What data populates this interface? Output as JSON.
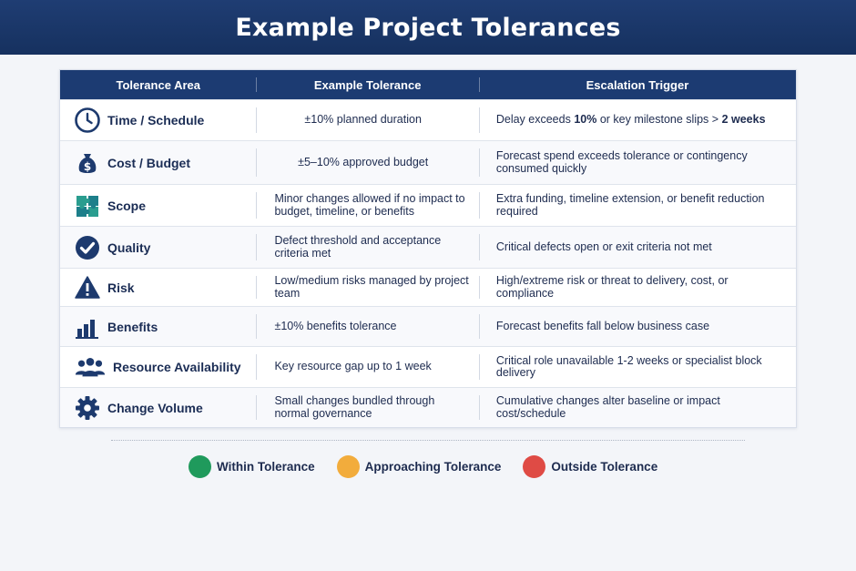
{
  "title": "Example Project Tolerances",
  "headers": [
    "Tolerance Area",
    "Example Tolerance",
    "Escalation Trigger"
  ],
  "rows": [
    {
      "area": "Time / Schedule",
      "icon": "clock-icon",
      "tolerance": "±10% planned duration",
      "trigger_pre": "Delay exceeds ",
      "trigger_b1": "10%",
      "trigger_mid": " or key milestone slips > ",
      "trigger_b2": "2 weeks"
    },
    {
      "area": "Cost / Budget",
      "icon": "money-bag-icon",
      "tolerance": "±5–10% approved budget",
      "trigger": "Forecast spend exceeds tolerance or contingency consumed quickly"
    },
    {
      "area": "Scope",
      "icon": "puzzle-icon",
      "tolerance": "Minor changes allowed if no impact to budget, timeline, or benefits",
      "trigger": "Extra funding, timeline extension, or benefit reduction required"
    },
    {
      "area": "Quality",
      "icon": "check-circle-icon",
      "tolerance": "Defect threshold and acceptance criteria met",
      "trigger": "Critical defects open or exit criteria not met"
    },
    {
      "area": "Risk",
      "icon": "warning-icon",
      "tolerance": "Low/medium risks managed by project team",
      "trigger": "High/extreme risk or threat to delivery, cost, or compliance"
    },
    {
      "area": "Benefits",
      "icon": "bar-chart-icon",
      "tolerance": "±10% benefits tolerance",
      "trigger": "Forecast benefits fall below business case"
    },
    {
      "area": "Resource Availability",
      "icon": "people-icon",
      "tolerance": "Key resource gap up to 1 week",
      "trigger": "Critical role unavailable 1-2 weeks or specialist block delivery"
    },
    {
      "area": "Change Volume",
      "icon": "gear-icon",
      "tolerance": "Small changes bundled through normal governance",
      "trigger": "Cumulative changes alter baseline or impact cost/schedule"
    }
  ],
  "legend": [
    {
      "label": "Within Tolerance",
      "color": "#1f9a5c"
    },
    {
      "label": "Approaching Tolerance",
      "color": "#f2ac3c"
    },
    {
      "label": "Outside Tolerance",
      "color": "#df4b45"
    }
  ]
}
